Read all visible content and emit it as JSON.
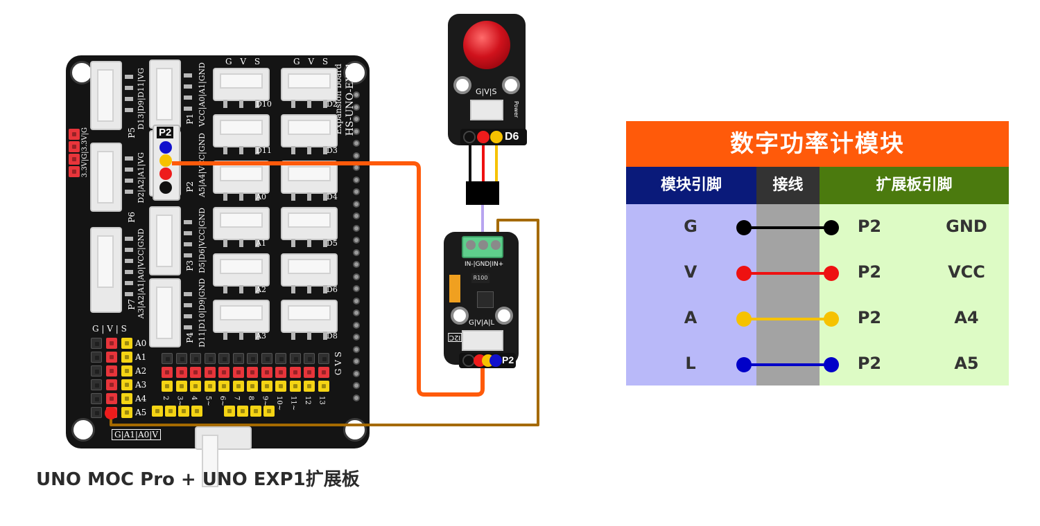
{
  "colors": {
    "title_bg": "#ff5a0a",
    "header_module": "#0a1a7a",
    "header_wiring": "#333333",
    "header_board": "#4b7a0e",
    "col_module": "#b9b9f9",
    "col_wiring": "#a3a3a3",
    "col_board": "#ddfbc5",
    "wire_G": "#000000",
    "wire_V": "#ee1111",
    "wire_A": "#f6c200",
    "wire_L": "#0000c8",
    "signal_wire": "#ff5a0a",
    "signal_wire_2": "#a56a00"
  },
  "table": {
    "title": "数字功率计模块",
    "headers": {
      "module_pin": "模块引脚",
      "wiring": "接线",
      "board_pin": "扩展板引脚"
    },
    "rows": [
      {
        "module": "G",
        "port": "P2",
        "pin": "GND",
        "wire": "black"
      },
      {
        "module": "V",
        "port": "P2",
        "pin": "VCC",
        "wire": "red"
      },
      {
        "module": "A",
        "port": "P2",
        "pin": "A4",
        "wire": "yellow"
      },
      {
        "module": "L",
        "port": "P2",
        "pin": "A5",
        "wire": "blue"
      }
    ]
  },
  "caption": "UNO MOC Pro + UNO EXP1扩展板",
  "board": {
    "name_line1": "HS-UNO-EXP1",
    "name_line2": "Expansion board",
    "gvs": "G V S",
    "port_label_p2": "P2",
    "ports": {
      "p1": "P1",
      "p2": "P2",
      "p3": "P3",
      "p4": "P4",
      "p5": "P5",
      "p6": "P6",
      "p7": "P7"
    },
    "pin_rows": {
      "p1": "VCC|A0|A1|GND",
      "p2": "A5|A4|VCC|GND",
      "p3": "D5|D6|VCC|GND",
      "p4": "D11|D10|D9|GND",
      "p5": "D13|D9|D11|VG",
      "p6": "D2|A2|A1|VG",
      "p7": "A3|A2|A1|A0|VCC|GND",
      "power": "3.3V|G|3.3V|G"
    },
    "jack_labels": [
      "D10",
      "D2",
      "D11",
      "D3",
      "A0",
      "D4",
      "A1",
      "D5",
      "A2",
      "D6",
      "A3",
      "D8"
    ],
    "analog_labels": [
      "A0",
      "A1",
      "A2",
      "A3",
      "A4",
      "A5"
    ],
    "digital_numbers": [
      "2",
      "3~",
      "4",
      "5~",
      "6~",
      "7",
      "8",
      "9~",
      "10~",
      "11~",
      "12",
      "13"
    ],
    "gvs_cols": [
      "G",
      "V",
      "S"
    ],
    "bottom_label": "G|A1|A0|V"
  },
  "led_module": {
    "label": "G|V|S",
    "port": "D6",
    "power": "Power"
  },
  "power_module": {
    "terminals": "IN-|GND|IN+",
    "pins": "G|V|A|L",
    "port": "P2",
    "chip": "R100",
    "i2c": "I2C"
  }
}
